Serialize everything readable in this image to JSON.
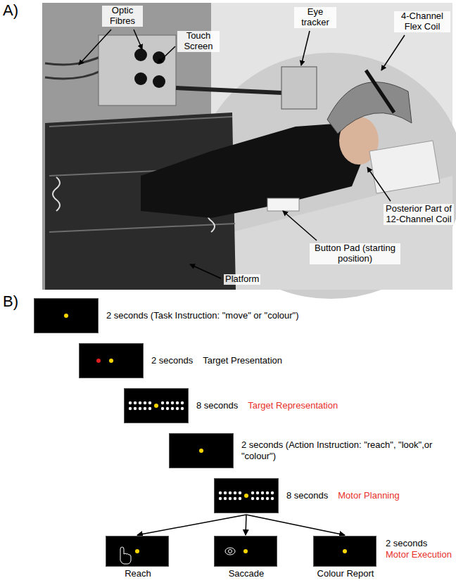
{
  "diagram": {
    "nodes": [
      {
        "text": [
          "2 seconds (Task Instruction: \"move\" or \"colour\")"
        ]
      },
      {
        "text": [
          "2 seconds",
          "Target Presentation"
        ]
      },
      {
        "text": [
          "8 seconds",
          "Target Representation"
        ]
      },
      {
        "text": [
          "2 seconds (Action Instruction: \"reach\", \"look\",or \"colour\")"
        ]
      },
      {
        "text": [
          "8 seconds",
          "Motor Planning"
        ]
      },
      {
        "text": [
          "Reach"
        ]
      },
      {
        "text": [
          "Saccade"
        ]
      },
      {
        "text": [
          "Colour Report"
        ]
      }
    ],
    "edges": [
      {
        "from": 4,
        "to": 5,
        "arrow": "to"
      },
      {
        "from": 4,
        "to": 6,
        "arrow": "to"
      },
      {
        "from": 4,
        "to": 7,
        "arrow": "to"
      }
    ],
    "labels": [
      "A)",
      "B)",
      "Optic Fibres",
      "Touch Screen",
      "Eye tracker",
      "4-Channel Flex Coil",
      "Posterior Part of 12-Channel Coil",
      "Button Pad (starting position)",
      "Platform",
      "2 seconds",
      "Motor Execution"
    ]
  }
}
